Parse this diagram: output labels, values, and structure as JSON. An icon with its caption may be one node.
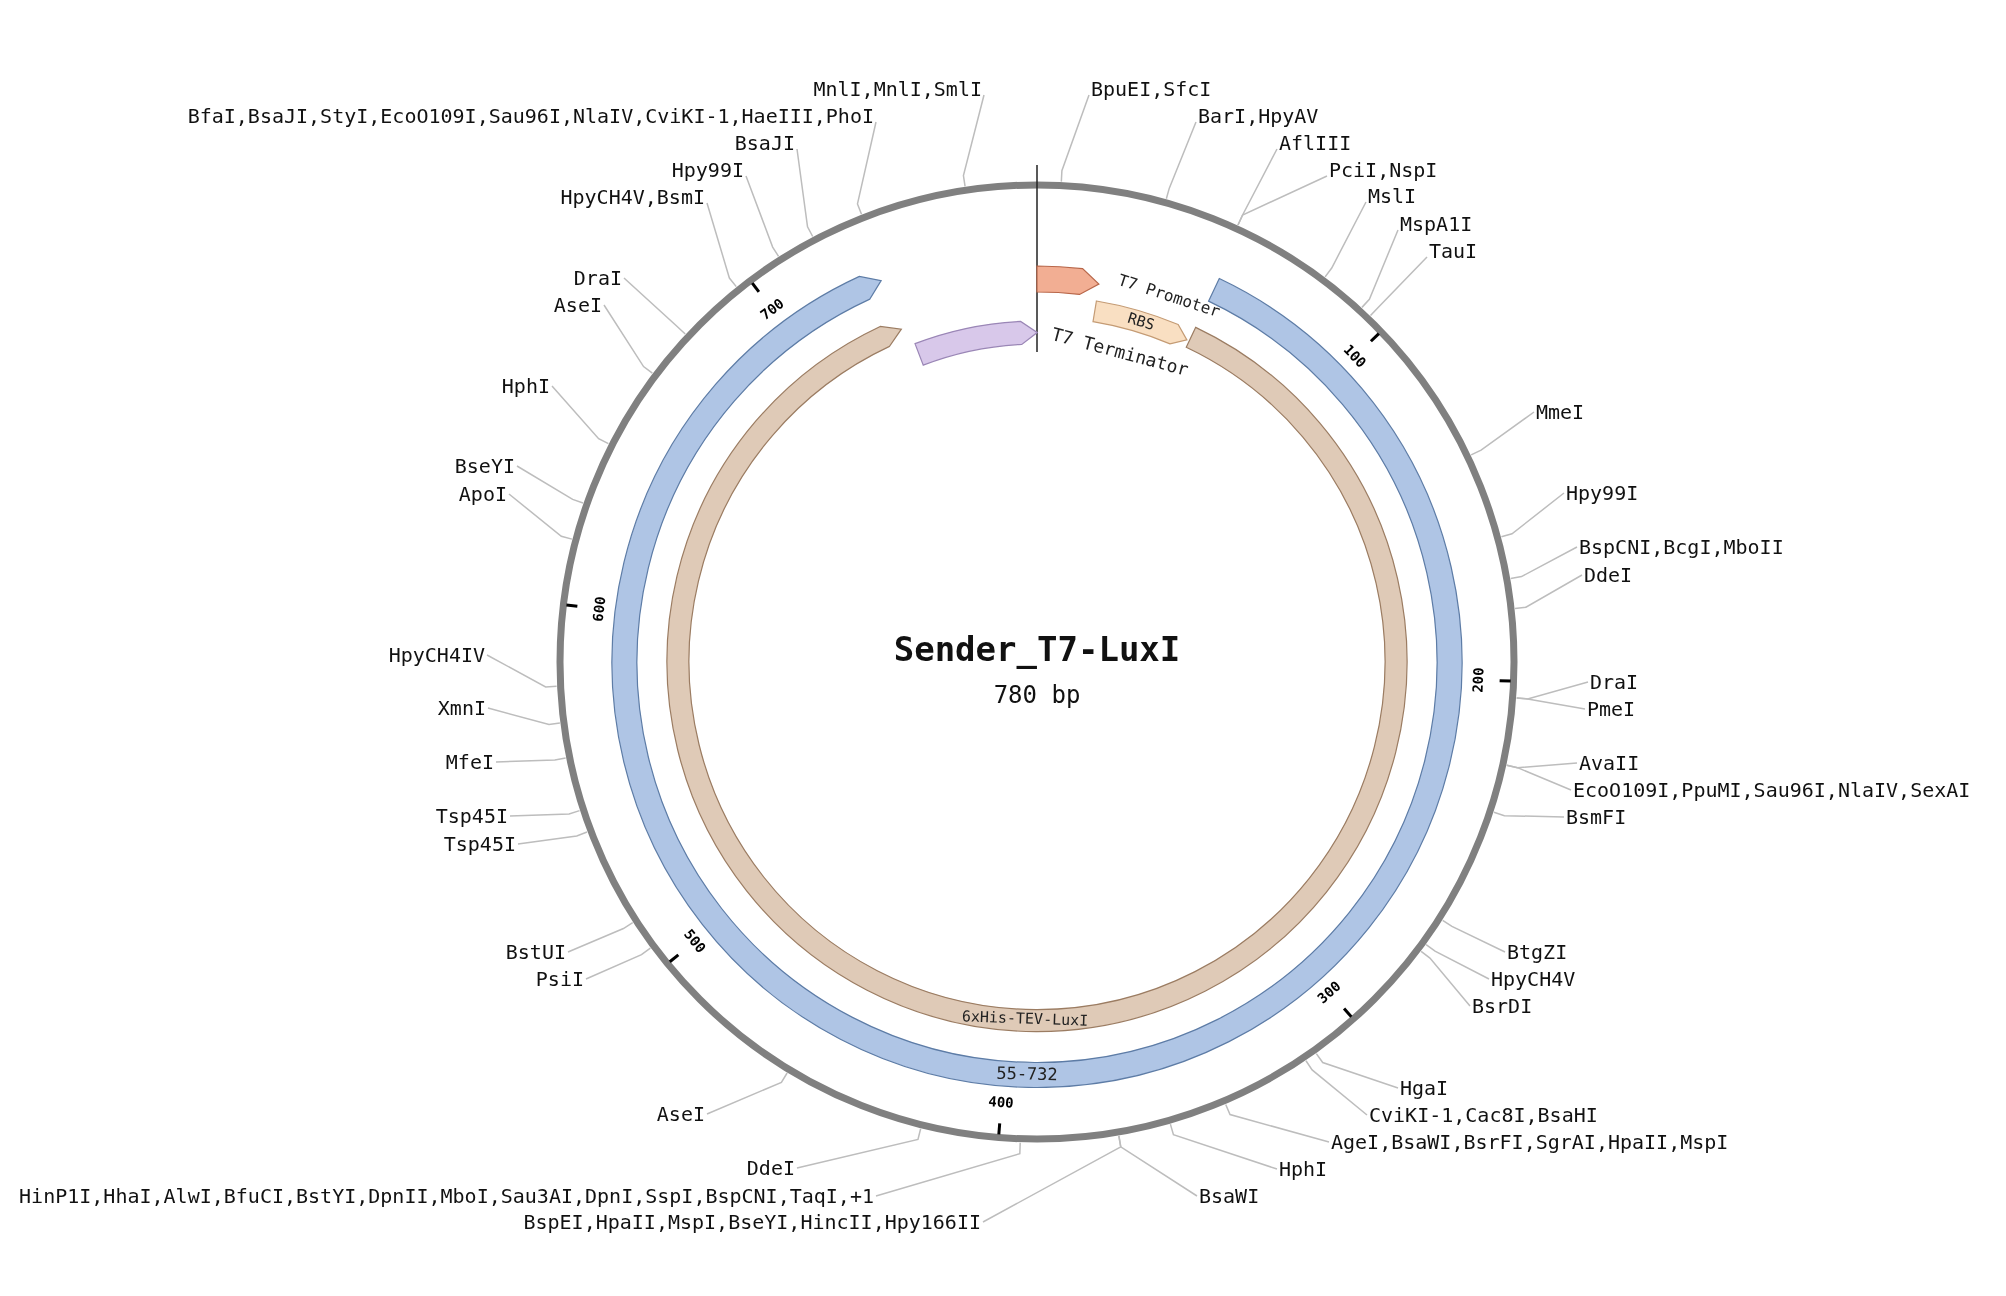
{
  "diagram": {
    "title": "Sender_T7-LuxI",
    "nodes": [
      {
        "text": [
          "T7 Promoter"
        ]
      },
      {
        "text": [
          "RBS"
        ]
      },
      {
        "text": [
          "55-732"
        ]
      },
      {
        "text": [
          "6xHis-TEV-LuxI"
        ]
      },
      {
        "text": [
          "T7 Terminator"
        ]
      },
      {
        "text": [
          "BpuEI,SfcI"
        ]
      },
      {
        "text": [
          "BarI,HpyAV"
        ]
      },
      {
        "text": [
          "AflIII"
        ]
      },
      {
        "text": [
          "PciI,NspI"
        ]
      },
      {
        "text": [
          "MslI"
        ]
      },
      {
        "text": [
          "MspA1I"
        ]
      },
      {
        "text": [
          "TauI"
        ]
      },
      {
        "text": [
          "MmeI"
        ]
      },
      {
        "text": [
          "Hpy99I"
        ]
      },
      {
        "text": [
          "BspCNI,BcgI,MboII"
        ]
      },
      {
        "text": [
          "DdeI"
        ]
      },
      {
        "text": [
          "DraI"
        ]
      },
      {
        "text": [
          "PmeI"
        ]
      },
      {
        "text": [
          "AvaII"
        ]
      },
      {
        "text": [
          "EcoO109I,PpuMI,Sau96I,NlaIV,SexAI"
        ]
      },
      {
        "text": [
          "BsmFI"
        ]
      },
      {
        "text": [
          "BtgZI"
        ]
      },
      {
        "text": [
          "HpyCH4V"
        ]
      },
      {
        "text": [
          "BsrDI"
        ]
      },
      {
        "text": [
          "HgaI"
        ]
      },
      {
        "text": [
          "CviKI-1,Cac8I,BsaHI"
        ]
      },
      {
        "text": [
          "AgeI,BsaWI,BsrFI,SgrAI,HpaII,MspI"
        ]
      },
      {
        "text": [
          "HphI"
        ]
      },
      {
        "text": [
          "BsaWI"
        ]
      },
      {
        "text": [
          "BspEI,HpaII,MspI,BseYI,HincII,Hpy166II"
        ]
      },
      {
        "text": [
          "HinP1I,HhaI,AlwI,BfuCI,BstYI,DpnII,MboI,Sau3AI,DpnI,SspI,BspCNI,TaqI,+1"
        ]
      },
      {
        "text": [
          "DdeI"
        ]
      },
      {
        "text": [
          "AseI"
        ]
      },
      {
        "text": [
          "PsiI"
        ]
      },
      {
        "text": [
          "BstUI"
        ]
      },
      {
        "text": [
          "Tsp45I"
        ]
      },
      {
        "text": [
          "Tsp45I"
        ]
      },
      {
        "text": [
          "MfeI"
        ]
      },
      {
        "text": [
          "XmnI"
        ]
      },
      {
        "text": [
          "HpyCH4IV"
        ]
      },
      {
        "text": [
          "ApoI"
        ]
      },
      {
        "text": [
          "BseYI"
        ]
      },
      {
        "text": [
          "HphI"
        ]
      },
      {
        "text": [
          "AseI"
        ]
      },
      {
        "text": [
          "DraI"
        ]
      },
      {
        "text": [
          "HpyCH4V,BsmI"
        ]
      },
      {
        "text": [
          "Hpy99I"
        ]
      },
      {
        "text": [
          "BsaJI"
        ]
      },
      {
        "text": [
          "BfaI,BsaJI,StyI,EcoO109I,Sau96I,NlaIV,CviKI-1,HaeIII,PhoI"
        ]
      },
      {
        "text": [
          "MnlI,MnlI,SmlI"
        ]
      }
    ],
    "edges": [
      {
        "from": 5,
        "to": null,
        "arrow": "none"
      },
      {
        "from": 6,
        "to": null,
        "arrow": "none"
      },
      {
        "from": 7,
        "to": null,
        "arrow": "none"
      },
      {
        "from": 8,
        "to": null,
        "arrow": "none"
      },
      {
        "from": 9,
        "to": null,
        "arrow": "none"
      },
      {
        "from": 10,
        "to": null,
        "arrow": "none"
      },
      {
        "from": 11,
        "to": null,
        "arrow": "none"
      },
      {
        "from": 12,
        "to": null,
        "arrow": "none"
      },
      {
        "from": 13,
        "to": null,
        "arrow": "none"
      },
      {
        "from": 14,
        "to": null,
        "arrow": "none"
      },
      {
        "from": 15,
        "to": null,
        "arrow": "none"
      },
      {
        "from": 16,
        "to": null,
        "arrow": "none"
      },
      {
        "from": 17,
        "to": null,
        "arrow": "none"
      },
      {
        "from": 18,
        "to": null,
        "arrow": "none"
      },
      {
        "from": 19,
        "to": null,
        "arrow": "none"
      },
      {
        "from": 20,
        "to": null,
        "arrow": "none"
      },
      {
        "from": 21,
        "to": null,
        "arrow": "none"
      },
      {
        "from": 22,
        "to": null,
        "arrow": "none"
      },
      {
        "from": 23,
        "to": null,
        "arrow": "none"
      },
      {
        "from": 24,
        "to": null,
        "arrow": "none"
      },
      {
        "from": 25,
        "to": null,
        "arrow": "none"
      },
      {
        "from": 26,
        "to": null,
        "arrow": "none"
      },
      {
        "from": 27,
        "to": null,
        "arrow": "none"
      },
      {
        "from": 28,
        "to": null,
        "arrow": "none"
      },
      {
        "from": 29,
        "to": null,
        "arrow": "none"
      },
      {
        "from": 30,
        "to": null,
        "arrow": "none"
      },
      {
        "from": 31,
        "to": null,
        "arrow": "none"
      },
      {
        "from": 32,
        "to": null,
        "arrow": "none"
      },
      {
        "from": 33,
        "to": null,
        "arrow": "none"
      },
      {
        "from": 34,
        "to": null,
        "arrow": "none"
      },
      {
        "from": 35,
        "to": null,
        "arrow": "none"
      },
      {
        "from": 36,
        "to": null,
        "arrow": "none"
      },
      {
        "from": 37,
        "to": null,
        "arrow": "none"
      },
      {
        "from": 38,
        "to": null,
        "arrow": "none"
      },
      {
        "from": 39,
        "to": null,
        "arrow": "none"
      },
      {
        "from": 40,
        "to": null,
        "arrow": "none"
      },
      {
        "from": 41,
        "to": null,
        "arrow": "none"
      },
      {
        "from": 42,
        "to": null,
        "arrow": "none"
      },
      {
        "from": 43,
        "to": null,
        "arrow": "none"
      },
      {
        "from": 44,
        "to": null,
        "arrow": "none"
      },
      {
        "from": 45,
        "to": null,
        "arrow": "none"
      },
      {
        "from": 46,
        "to": null,
        "arrow": "none"
      },
      {
        "from": 47,
        "to": null,
        "arrow": "none"
      },
      {
        "from": 48,
        "to": null,
        "arrow": "none"
      },
      {
        "from": 49,
        "to": null,
        "arrow": "none"
      }
    ],
    "labels": [
      "780 bp",
      "100",
      "200",
      "300",
      "400",
      "500",
      "600",
      "700"
    ]
  }
}
